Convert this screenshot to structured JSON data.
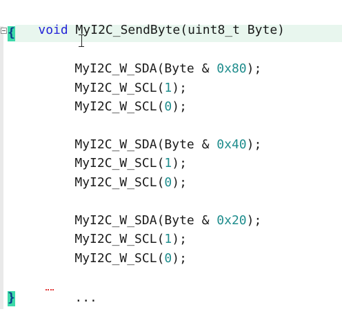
{
  "editor": {
    "signature": {
      "keyword": "void",
      "rest": " MyI2C_SendByte(uint8_t Byte)"
    },
    "open_brace": "{",
    "close_brace": "}",
    "blocks": [
      {
        "sda_prefix": "MyI2C_W_SDA(Byte & ",
        "sda_hex": "0x80",
        "sda_suffix": ");",
        "scl_high_prefix": "MyI2C_W_SCL(",
        "scl_high_val": "1",
        "scl_high_suffix": ");",
        "scl_low_prefix": "MyI2C_W_SCL(",
        "scl_low_val": "0",
        "scl_low_suffix": ");"
      },
      {
        "sda_prefix": "MyI2C_W_SDA(Byte & ",
        "sda_hex": "0x40",
        "sda_suffix": ");",
        "scl_high_prefix": "MyI2C_W_SCL(",
        "scl_high_val": "1",
        "scl_high_suffix": ");",
        "scl_low_prefix": "MyI2C_W_SCL(",
        "scl_low_val": "0",
        "scl_low_suffix": ");"
      },
      {
        "sda_prefix": "MyI2C_W_SDA(Byte & ",
        "sda_hex": "0x20",
        "sda_suffix": ");",
        "scl_high_prefix": "MyI2C_W_SCL(",
        "scl_high_val": "1",
        "scl_high_suffix": ");",
        "scl_low_prefix": "MyI2C_W_SCL(",
        "scl_low_val": "0",
        "scl_low_suffix": ");"
      }
    ],
    "ellipsis": "...",
    "colors": {
      "keyword": "#2323d8",
      "number": "#1f8d8d",
      "brace_highlight": "#3dd9a9",
      "current_line": "#e8f6ee"
    }
  }
}
